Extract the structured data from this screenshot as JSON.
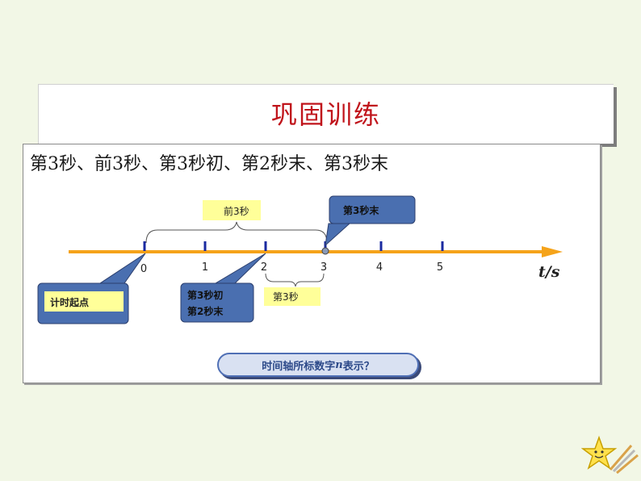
{
  "title": "巩固训练",
  "question": "第3秒、前3秒、第3秒初、第2秒末、第3秒末",
  "axis": {
    "ticks": [
      "0",
      "1",
      "2",
      "3",
      "4",
      "5"
    ],
    "unit": "t/s"
  },
  "labels": {
    "first3s": "前3秒",
    "third_second": "第3秒",
    "start": "计时起点",
    "start_of_3rd_line1": "第3秒初",
    "start_of_3rd_line2": "第2秒末",
    "end_of_3rd": "第3秒末"
  },
  "question_pill": {
    "prefix": "时间轴所标数字",
    "var": "n",
    "suffix": "表示？"
  },
  "colors": {
    "title": "#c0141b",
    "axis": "#f5a31a",
    "tick": "#1a2aa0",
    "callout": "#4a6fb0",
    "label_bg": "#ffff99"
  }
}
